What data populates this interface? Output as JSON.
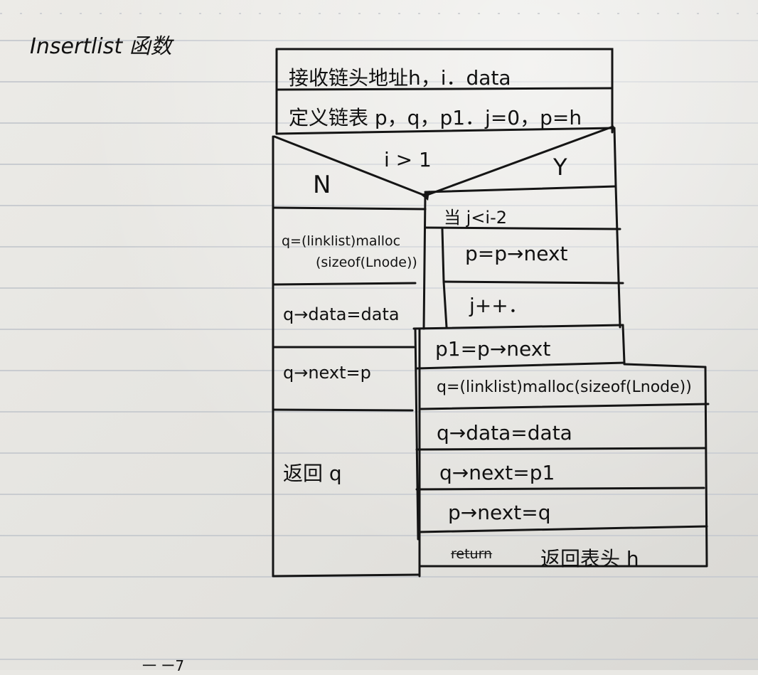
{
  "title": "Insertlist 函数",
  "diagram": {
    "row1": "接收链头地址h，i．data",
    "row2": "定义链表 p，q，p1．j=0，p=h",
    "condition": "i > 1",
    "no_label": "N",
    "yes_label": "Y",
    "no_branch": {
      "step1_line1": "q=(linklist)malloc",
      "step1_line2": "(sizeof(Lnode))",
      "step2": "q→data=data",
      "step3": "q→next=p",
      "step4": "返回 q"
    },
    "yes_branch": {
      "loop_condition": "当 j<i-2",
      "loop_body1": "p=p→next",
      "loop_body2": "j++．",
      "step1": "p1=p→next",
      "step2": "q=(linklist)malloc(sizeof(Lnode))",
      "step3": "q→data=data",
      "step4": "q→next=p1",
      "step5": "p→next=q",
      "step6_struck": "return",
      "step6": "返回表头 h"
    }
  },
  "bottom_fragment": "一  ー7"
}
